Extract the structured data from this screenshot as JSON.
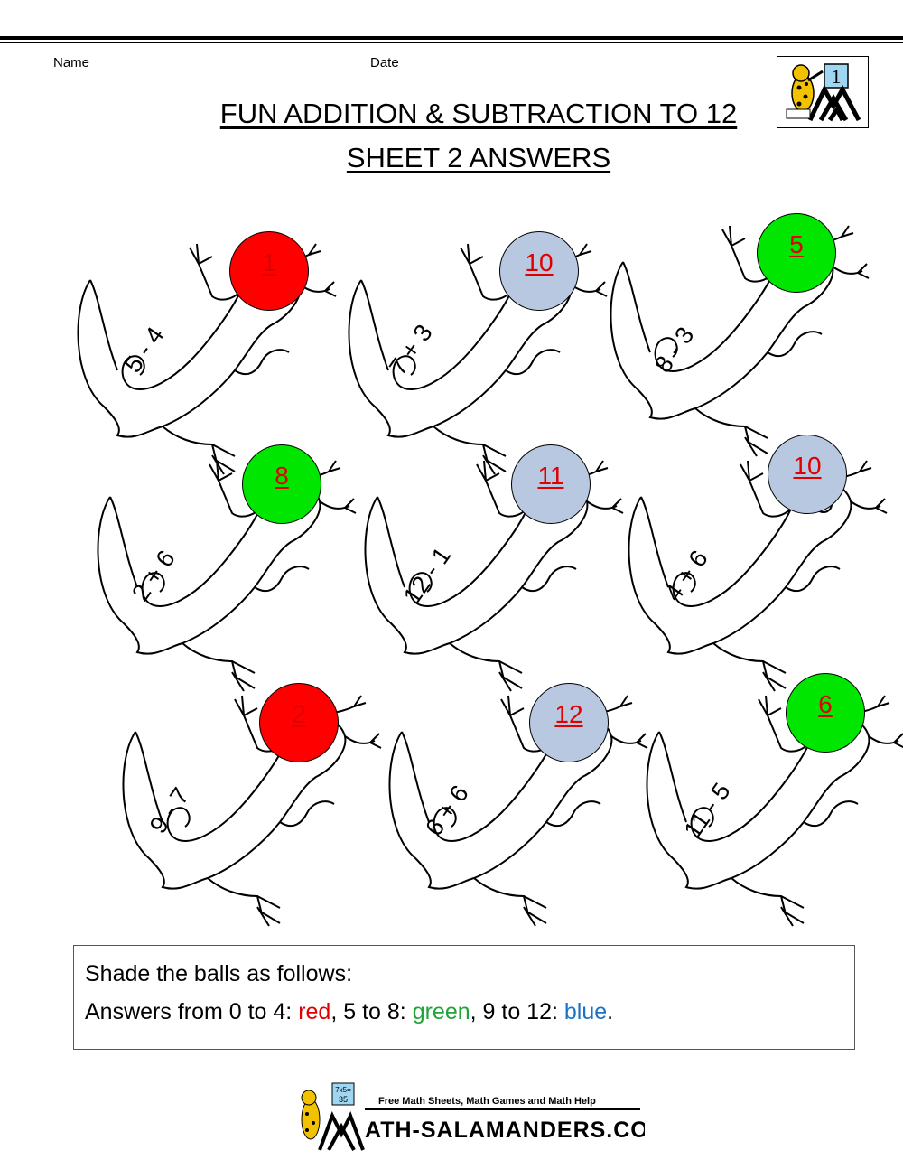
{
  "header": {
    "name_label": "Name",
    "date_label": "Date",
    "title": "FUN ADDITION & SUBTRACTION TO 12",
    "subtitle": "SHEET 2 ANSWERS",
    "grade_badge": "1"
  },
  "colors": {
    "red": "#ff0000",
    "green": "#00e600",
    "blue": "#b8c8e0",
    "answer_text": "#e00000",
    "legend_red": "#e00000",
    "legend_green": "#1fa33a",
    "legend_blue": "#1a73c4"
  },
  "problems": [
    {
      "expr": "5 - 4",
      "answer": "1",
      "ball_color": "red"
    },
    {
      "expr": "7 + 3",
      "answer": "10",
      "ball_color": "blue"
    },
    {
      "expr": "8 - 3",
      "answer": "5",
      "ball_color": "green"
    },
    {
      "expr": "2 + 6",
      "answer": "8",
      "ball_color": "green"
    },
    {
      "expr": "12 - 1",
      "answer": "11",
      "ball_color": "blue"
    },
    {
      "expr": "4 + 6",
      "answer": "10",
      "ball_color": "blue"
    },
    {
      "expr": "9 - 7",
      "answer": "2",
      "ball_color": "red"
    },
    {
      "expr": "6 + 6",
      "answer": "12",
      "ball_color": "blue"
    },
    {
      "expr": "11 - 5",
      "answer": "6",
      "ball_color": "green"
    }
  ],
  "instructions": {
    "line1": "Shade the balls as follows:",
    "line2_prefix": "Answers from 0 to 4: ",
    "red_word": "red",
    "mid1": ", 5 to 8: ",
    "green_word": "green",
    "mid2": ", 9 to 12: ",
    "blue_word": "blue",
    "suffix": "."
  },
  "footer": {
    "tagline": "Free Math Sheets, Math Games and Math Help",
    "site": "ATH-SALAMANDERS.COM",
    "badge_top": "7x5=",
    "badge_bottom": "35"
  }
}
